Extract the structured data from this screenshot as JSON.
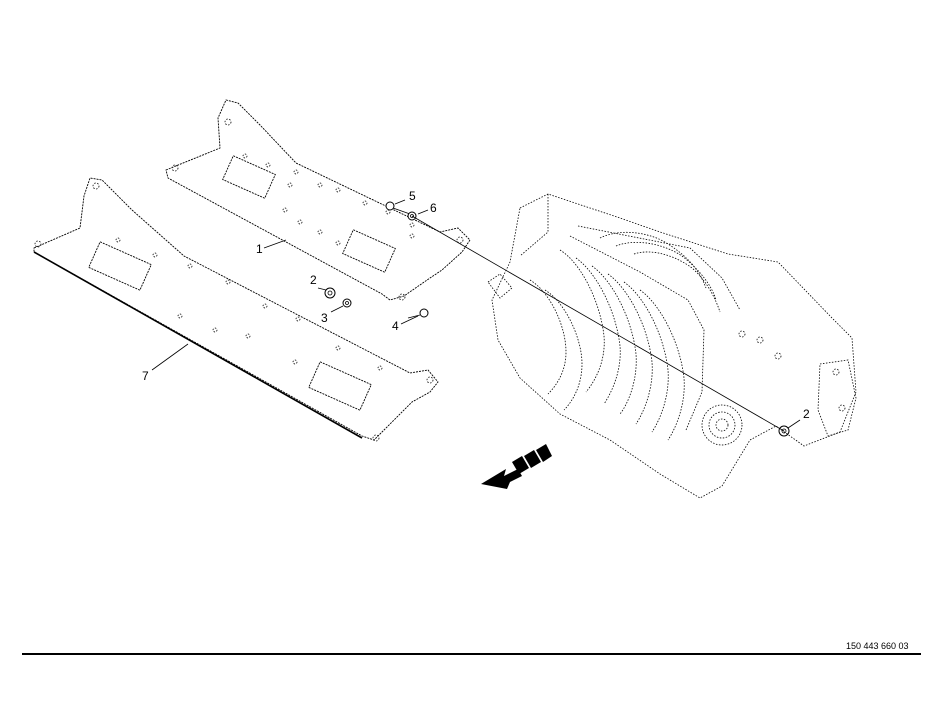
{
  "drawing": {
    "callouts": [
      {
        "id": "1",
        "text": "1"
      },
      {
        "id": "2a",
        "text": "2"
      },
      {
        "id": "3",
        "text": "3"
      },
      {
        "id": "4",
        "text": "4"
      },
      {
        "id": "5",
        "text": "5"
      },
      {
        "id": "6",
        "text": "6"
      },
      {
        "id": "7",
        "text": "7"
      },
      {
        "id": "2b",
        "text": "2"
      }
    ],
    "direction_arrow": "forward-direction-arrow",
    "document_number": "150 443 660 03"
  }
}
